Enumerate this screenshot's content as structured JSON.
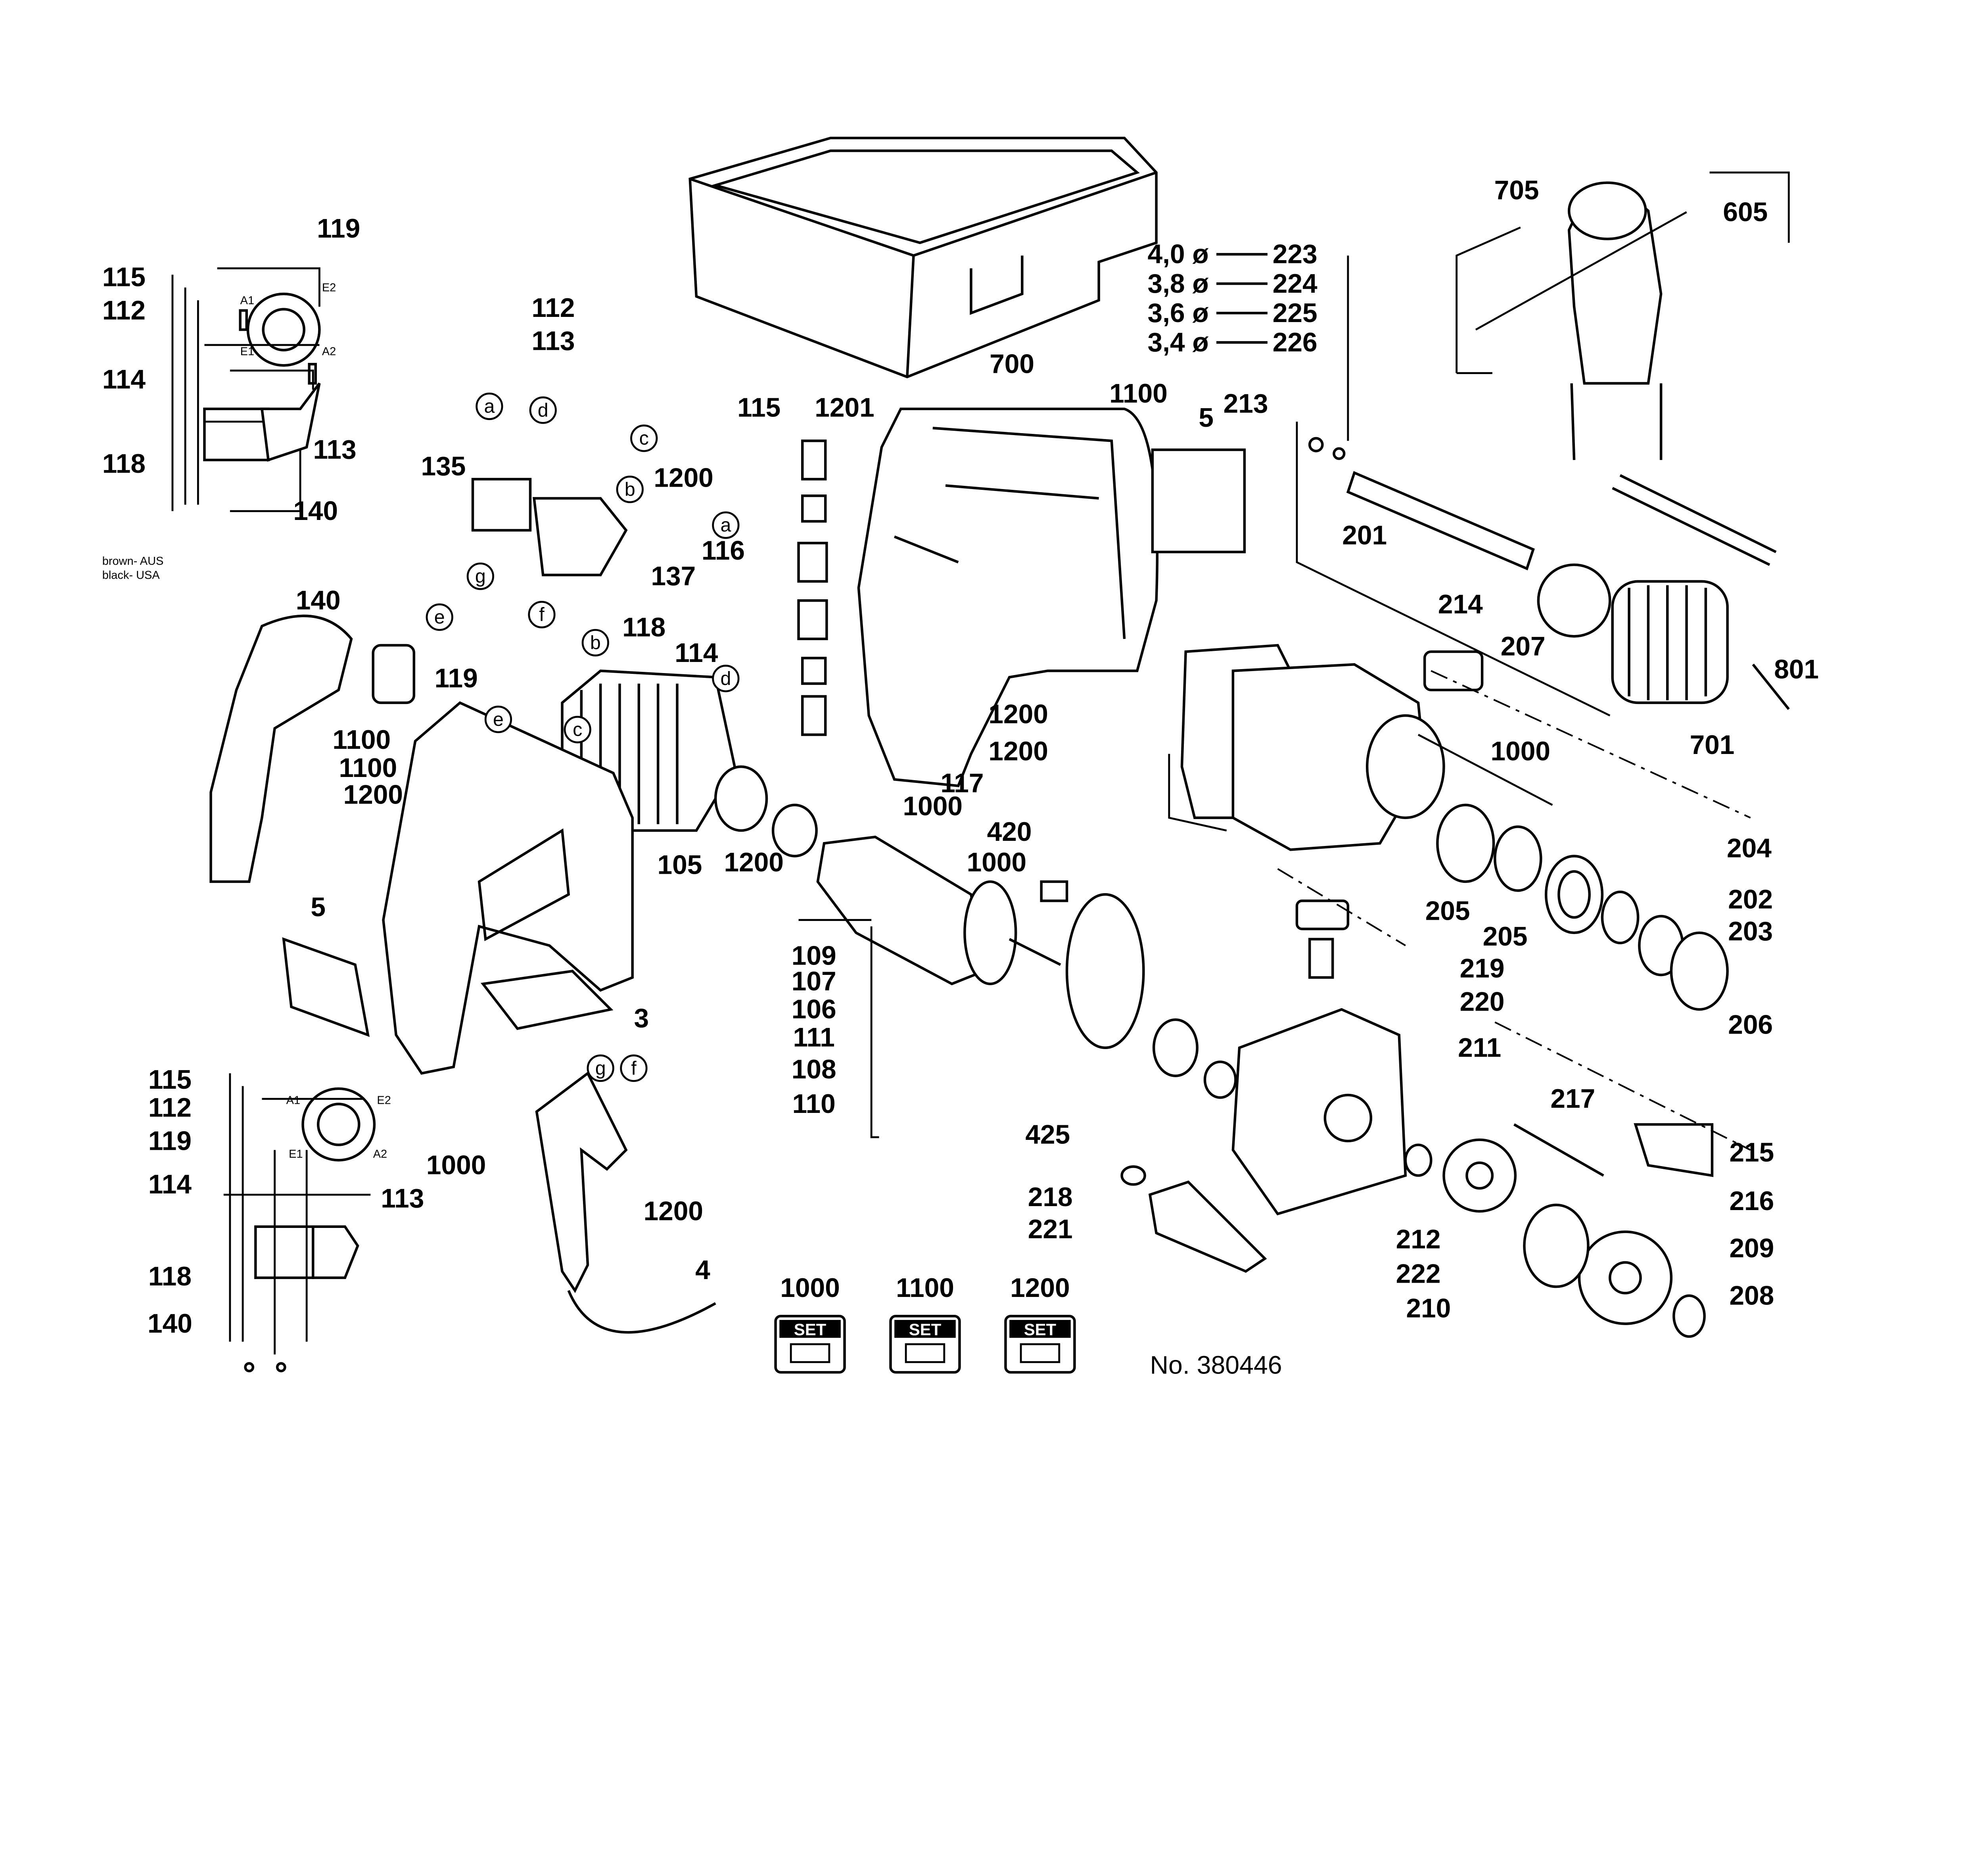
{
  "diagram_number": "No. 380446",
  "wiring_note": [
    "brown- AUS",
    "black- USA"
  ],
  "terminal_labels": [
    "A1",
    "E2",
    "E1",
    "A2"
  ],
  "set_badge_label": "SET",
  "set_badges": [
    "1000",
    "1100",
    "1200"
  ],
  "drill_sizes": [
    {
      "size": "4,0 ø",
      "part": "223"
    },
    {
      "size": "3,8 ø",
      "part": "224"
    },
    {
      "size": "3,6 ø",
      "part": "225"
    },
    {
      "size": "3,4 ø",
      "part": "226"
    }
  ],
  "wire_letters": [
    "a",
    "d",
    "c",
    "b",
    "a",
    "e",
    "f",
    "g",
    "b",
    "d",
    "e",
    "c",
    "g",
    "f"
  ],
  "callouts": [
    "119",
    "115",
    "112",
    "114",
    "113",
    "118",
    "140",
    "112",
    "113",
    "135",
    "137",
    "1200",
    "115",
    "1201",
    "116",
    "114",
    "118",
    "119",
    "140",
    "1100",
    "1100",
    "1200",
    "105",
    "1200",
    "117",
    "1000",
    "5",
    "3",
    "1000",
    "1200",
    "4",
    "700",
    "1100",
    "5",
    "213",
    "201",
    "214",
    "207",
    "705",
    "605",
    "801",
    "701",
    "1200",
    "1200",
    "1000",
    "420",
    "204",
    "202",
    "203",
    "205",
    "205",
    "206",
    "1000",
    "109",
    "107",
    "106",
    "111",
    "108",
    "110",
    "219",
    "220",
    "211",
    "425",
    "217",
    "215",
    "216",
    "218",
    "221",
    "212",
    "222",
    "209",
    "208",
    "210",
    "115",
    "112",
    "119",
    "114",
    "113",
    "118",
    "140"
  ]
}
